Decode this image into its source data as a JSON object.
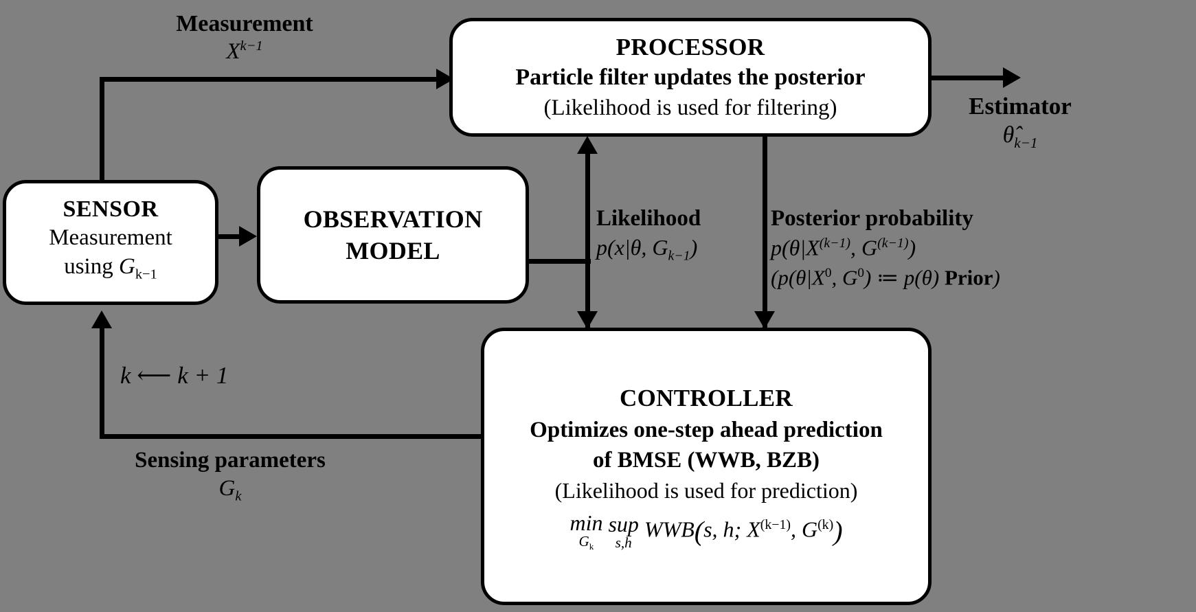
{
  "diagram": {
    "title": "Closed-loop Bayesian sensing control block diagram",
    "background_color": "#808080",
    "box_fill": "#ffffff",
    "stroke_color": "#000000"
  },
  "boxes": {
    "sensor": {
      "title": "SENSOR",
      "line1": "Measurement",
      "line2_prefix": "using ",
      "line2_sym": "G",
      "line2_sub": "k−1"
    },
    "observation_model": {
      "title_line1": "OBSERVATION",
      "title_line2": "MODEL"
    },
    "processor": {
      "title": "PROCESSOR",
      "line2": "Particle filter updates the posterior",
      "line3_pre": "(Likelihood is used for ",
      "line3_em": "filtering",
      "line3_post": ")"
    },
    "controller": {
      "title": "CONTROLLER",
      "line2": "Optimizes one-step ahead prediction",
      "line3": "of BMSE (WWB, BZB)",
      "line4_pre": "(Likelihood is used for ",
      "line4_em": "prediction",
      "line4_post": ")",
      "formula": {
        "min": "min",
        "min_sub": "G",
        "min_sub_idx": "k",
        "sup": "sup",
        "sup_sub": "s,h",
        "fn": "WWB",
        "args_open": "(",
        "args": "s, h; X",
        "args_exp1": "(k−1)",
        "args_mid": ", G",
        "args_exp2": "(k)",
        "args_close": ")"
      }
    }
  },
  "labels": {
    "measurement": {
      "text": "Measurement",
      "sym": "X",
      "sup": "k−1"
    },
    "estimator": {
      "text": "Estimator",
      "sym": "θ̂",
      "sub": "k−1"
    },
    "likelihood": {
      "text": "Likelihood",
      "formula_pre": "p(x|θ, G",
      "formula_sub": "k−1",
      "formula_post": ")"
    },
    "posterior": {
      "text": "Posterior probability",
      "formula_pre": "p(θ|X",
      "formula_sup1": "(k−1)",
      "formula_mid": ", G",
      "formula_sup2": "(k−1)",
      "formula_post": ")",
      "prior_pre": "(p(θ|X",
      "prior_sup1": "0",
      "prior_mid": ", G",
      "prior_sup2": "0",
      "prior_def": ") ≔ p(θ) ",
      "prior_bold": "Prior",
      "prior_close": ")"
    },
    "increment": {
      "text": "k ⟵ k + 1"
    },
    "sensing_parameters": {
      "text": "Sensing parameters",
      "sym": "G",
      "sub": "k"
    }
  },
  "connectors": [
    {
      "name": "sensor-to-processor",
      "label": "Measurement X^{k-1}",
      "direction": "right"
    },
    {
      "name": "sensor-to-observation-model",
      "direction": "right"
    },
    {
      "name": "observation-model-to-likelihood-bus",
      "direction": "right"
    },
    {
      "name": "likelihood-bus-up-to-processor",
      "direction": "up"
    },
    {
      "name": "likelihood-bus-down-to-controller",
      "direction": "down"
    },
    {
      "name": "processor-to-controller-posterior",
      "direction": "down"
    },
    {
      "name": "processor-to-estimator-output",
      "direction": "right"
    },
    {
      "name": "controller-to-sensor-feedback",
      "direction": "up"
    }
  ]
}
